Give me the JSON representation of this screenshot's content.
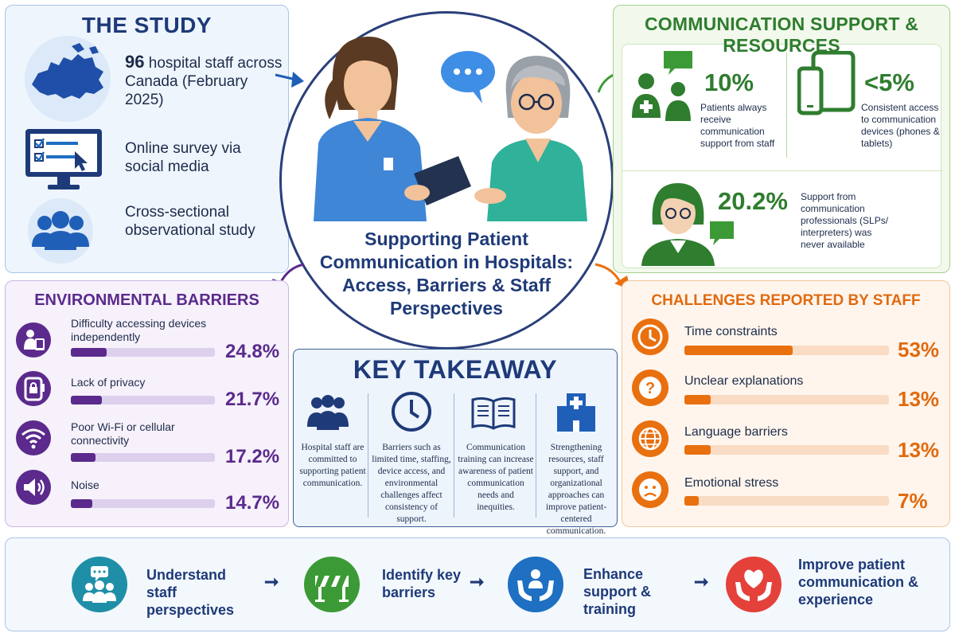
{
  "study": {
    "title": "THE STUDY",
    "item1_num": "96",
    "item1_rest": " hospital staff across Canada (February 2025)",
    "item2": "Online survey via social media",
    "item3": "Cross-sectional observational study"
  },
  "center": {
    "title": "Supporting Patient Communication in Hospitals: Access, Barriers & Staff Perspectives"
  },
  "comm": {
    "title": "COMMUNICATION SUPPORT & RESOURCES",
    "stat1": {
      "value": "10%",
      "text": "Patients always receive communication support from staff"
    },
    "stat2": {
      "value": "<5%",
      "text": "Consistent access to communication devices (phones & tablets)"
    },
    "stat3": {
      "value": "20.2%",
      "text": "Support from communication professionals (SLPs/ interpreters) was never available"
    }
  },
  "env": {
    "title": "ENVIRONMENTAL BARRIERS",
    "items": [
      {
        "label": "Difficulty accessing devices independently",
        "pct_text": "24.8%",
        "fill": 0.248
      },
      {
        "label": "Lack of privacy",
        "pct_text": "21.7%",
        "fill": 0.217
      },
      {
        "label": "Poor Wi-Fi or cellular connectivity",
        "pct_text": "17.2%",
        "fill": 0.172
      },
      {
        "label": "Noise",
        "pct_text": "14.7%",
        "fill": 0.147
      }
    ]
  },
  "challenges": {
    "title": "CHALLENGES REPORTED BY STAFF",
    "items": [
      {
        "label": "Time constraints",
        "pct_text": "53%",
        "fill": 0.53
      },
      {
        "label": "Unclear explanations",
        "pct_text": "13%",
        "fill": 0.13
      },
      {
        "label": "Language barriers",
        "pct_text": "13%",
        "fill": 0.13
      },
      {
        "label": "Emotional stress",
        "pct_text": "7%",
        "fill": 0.07
      }
    ]
  },
  "key": {
    "title": "KEY TAKEAWAY",
    "cols": [
      "Hospital staff are committed to supporting patient communication.",
      "Barriers such as limited time, staffing, device access, and environmental challenges affect consistency of support.",
      "Communication training can increase awareness of patient communication needs and inequities.",
      "Strengthening resources, staff support, and organizational approaches can improve patient-centered communication."
    ]
  },
  "flow": {
    "steps": [
      "Understand staff perspectives",
      "Identify key barriers",
      "Enhance support & training",
      "Improve patient communication & experience"
    ]
  },
  "colors": {
    "navy": "#1e3a78",
    "green": "#2f7d2f",
    "purple": "#5b2a8c",
    "orange": "#e9700f",
    "teal": "#1f8fa8",
    "flow_green": "#3c9a36",
    "flow_blue": "#1f6fc2",
    "flow_red": "#e4413a"
  },
  "icons": [
    "canada-map-icon",
    "survey-monitor-icon",
    "people-group-icon",
    "staff-pair-icon",
    "mobile-devices-icon",
    "professional-woman-icon",
    "tablet-person-icon",
    "privacy-lock-icon",
    "wifi-icon",
    "speaker-icon",
    "clock-icon",
    "question-icon",
    "globe-icon",
    "sad-face-icon",
    "book-icon",
    "hospital-icon",
    "chat-group-icon",
    "barrier-icon",
    "care-hands-icon",
    "heart-hands-icon"
  ]
}
